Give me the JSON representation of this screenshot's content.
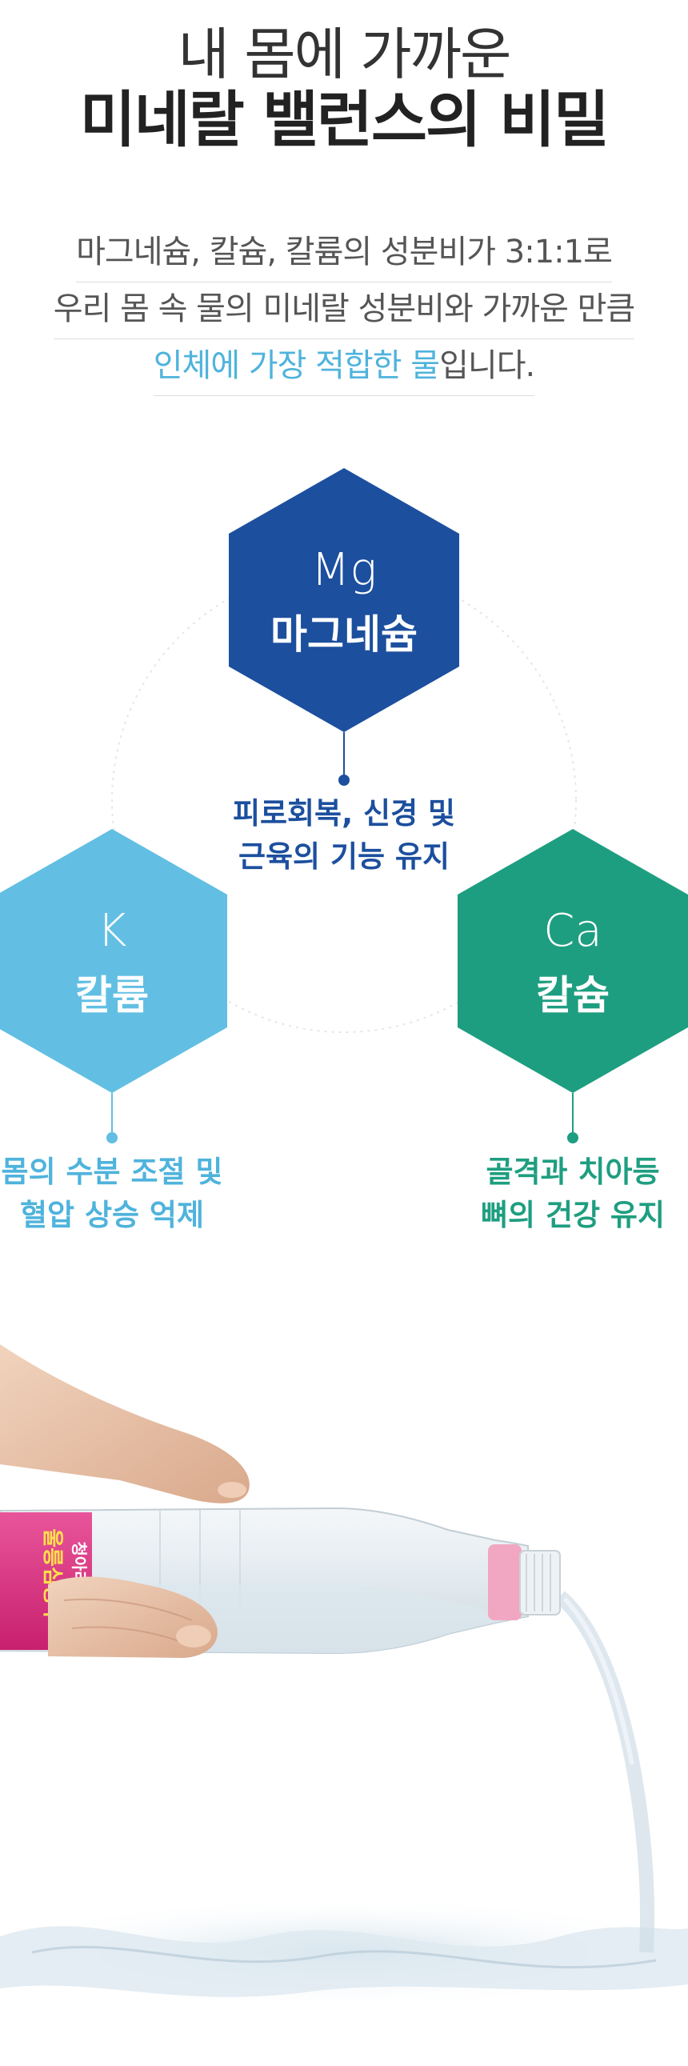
{
  "header": {
    "title_line1": "내 몸에 가까운",
    "title_line2": "미네랄 밸런스의 비밀"
  },
  "description": {
    "line1": "마그네슘, 칼슘, 칼륨의 성분비가 3:1:1로",
    "line2": "우리 몸 속 물의 미네랄 성분비와 가까운 만큼",
    "line3_highlight": "인체에 가장 적합한 물",
    "line3_rest": "입니다."
  },
  "minerals": [
    {
      "symbol": "Mg",
      "name": "마그네슘",
      "caption_line1": "피로회복, 신경 및",
      "caption_line2": "근육의 기능 유지",
      "color": "#1c4f9e"
    },
    {
      "symbol": "K",
      "name": "칼륨",
      "caption_line1": "몸의 수분 조절 및",
      "caption_line2": "혈압 상승 억제",
      "color": "#62bfe3"
    },
    {
      "symbol": "Ca",
      "name": "칼슘",
      "caption_line1": "골격과 치아등",
      "caption_line2": "뼈의 건강 유지",
      "color": "#1e9e80"
    }
  ],
  "product": {
    "bottle_label_main": "울릉심층수",
    "bottle_label_sub": "청아라250"
  }
}
